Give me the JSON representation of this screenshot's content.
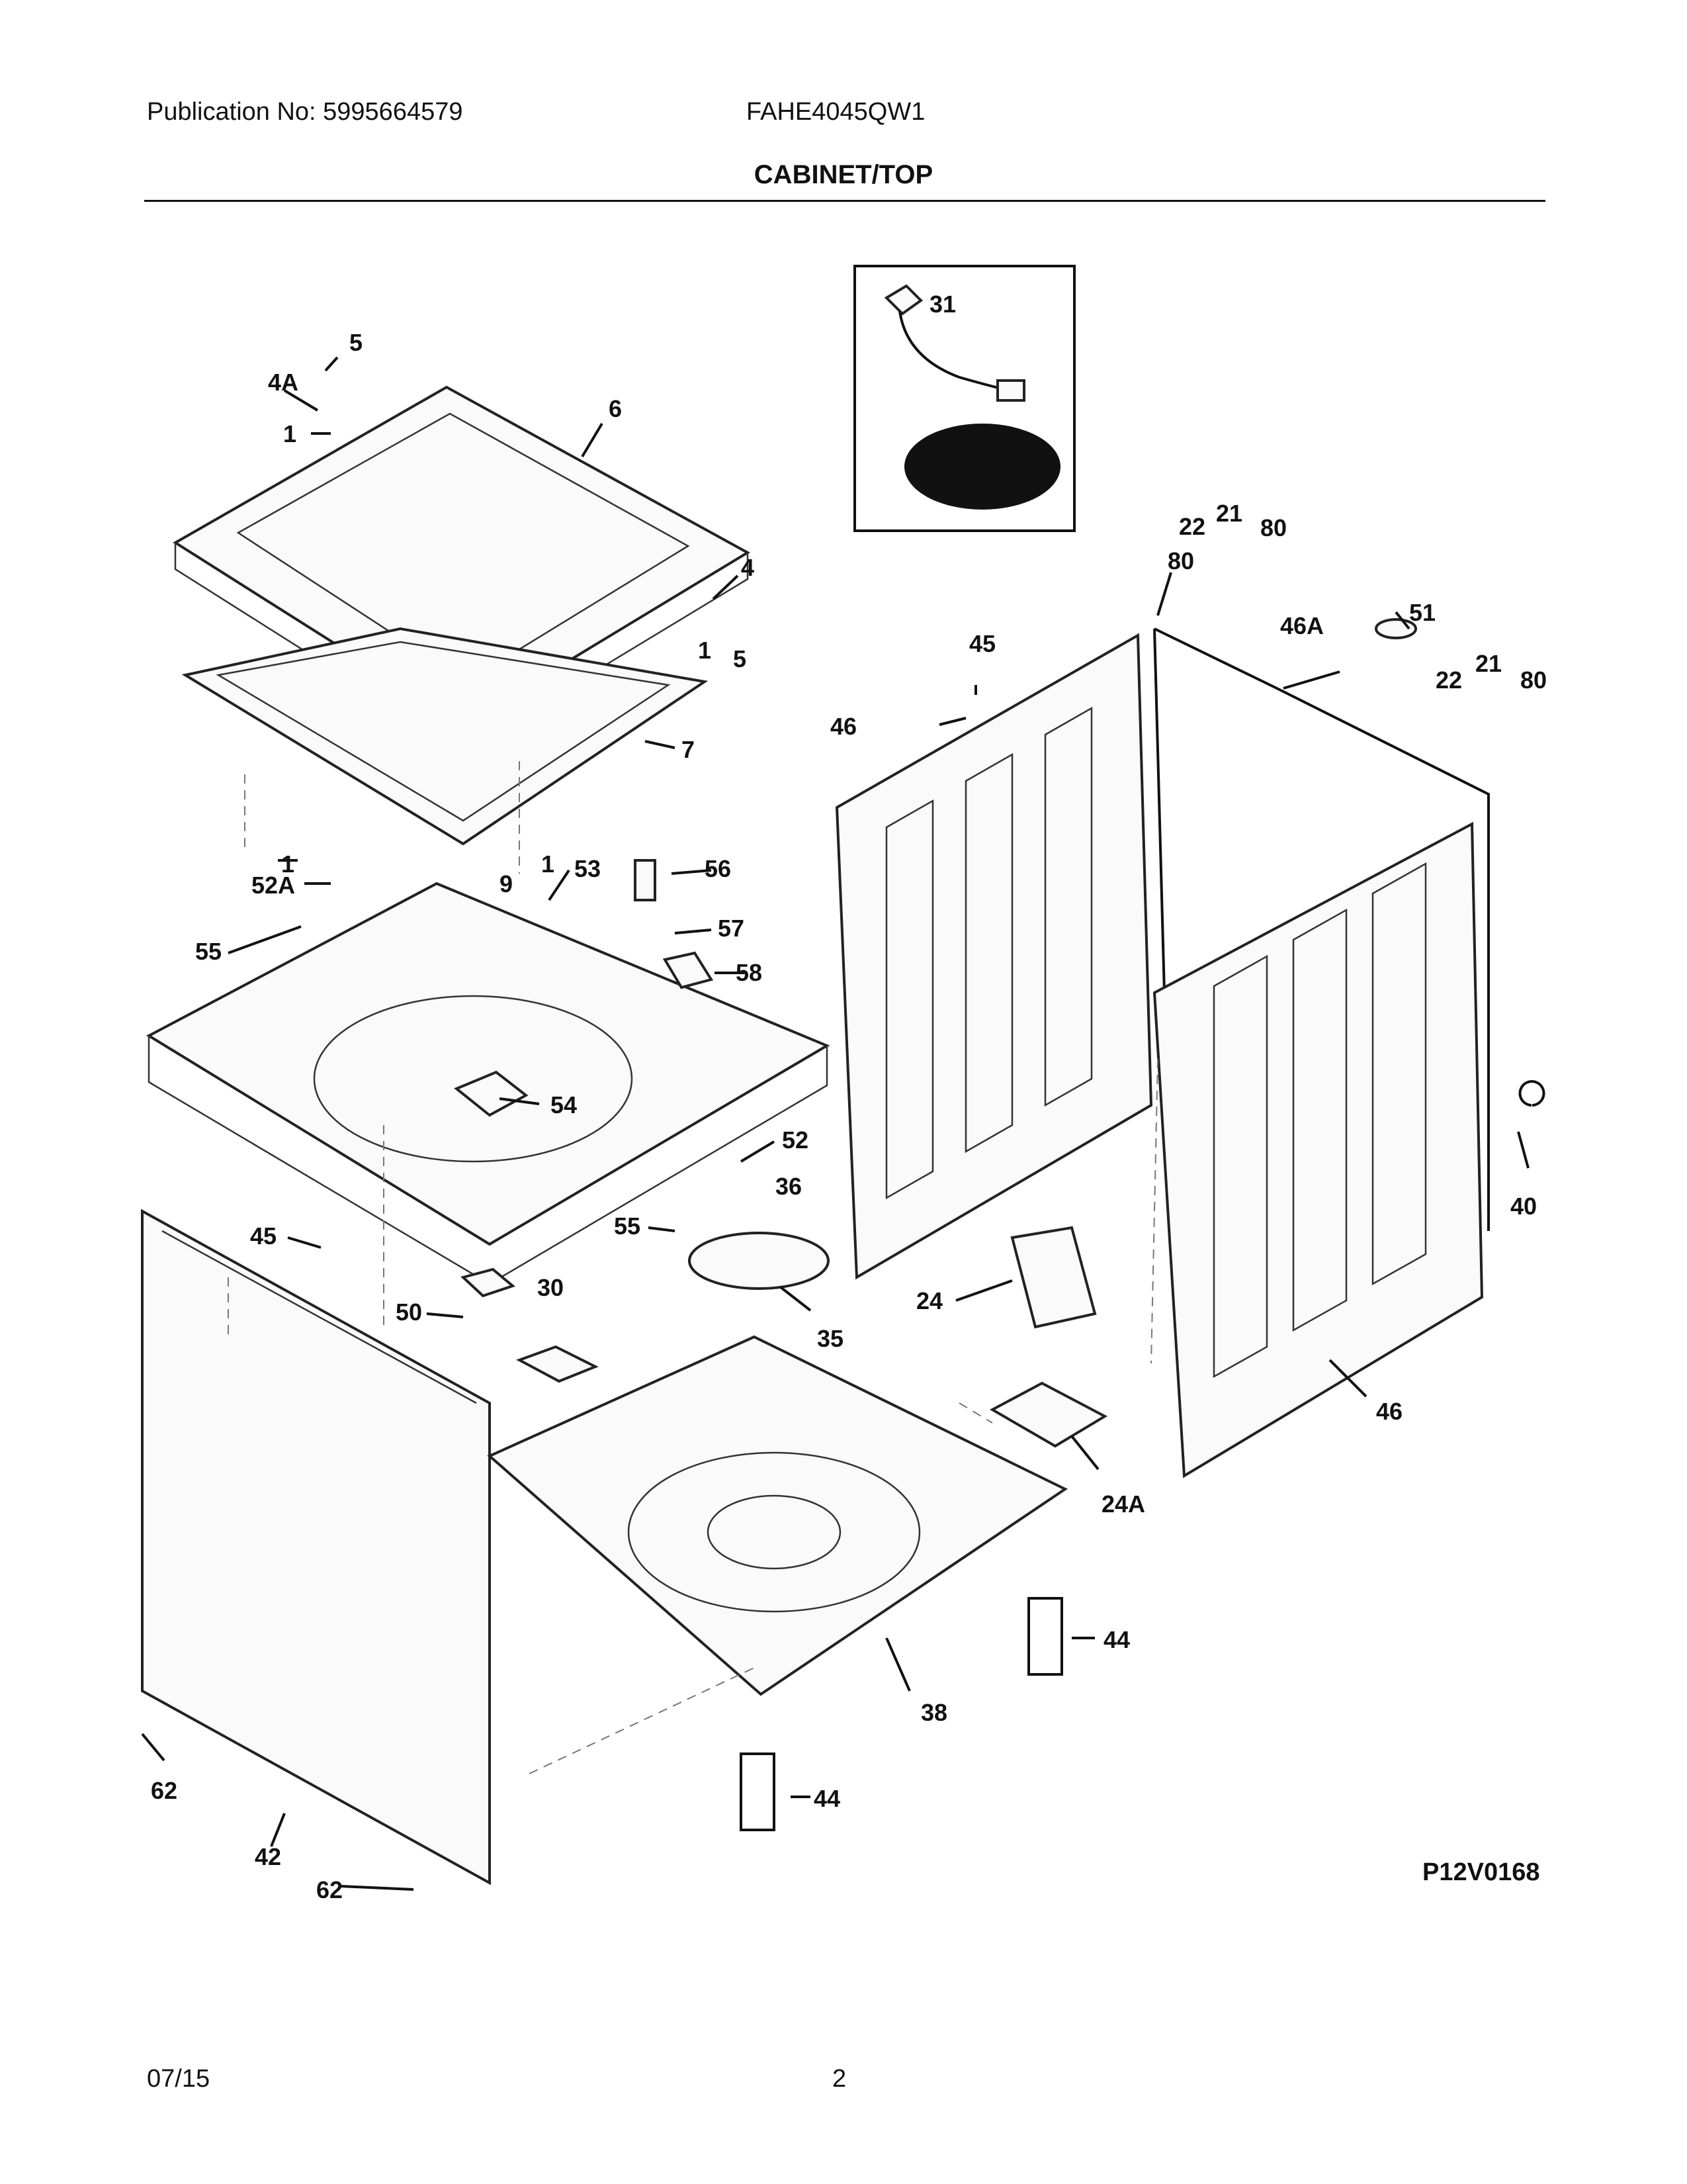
{
  "header": {
    "publication": "Publication No: 5995664579",
    "model": "FAHE4045QW1",
    "title": "CABINET/TOP"
  },
  "footer": {
    "date": "07/15",
    "page": "2",
    "figure_code": "P12V0168"
  },
  "callouts": {
    "c5a": "5",
    "c4a": "4A",
    "c1a": "1",
    "c6": "6",
    "c4": "4",
    "c1b": "1",
    "c5b": "5",
    "c7": "7",
    "c1c": "1",
    "c9": "9",
    "c1d": "1",
    "c52a": "52A",
    "c53": "53",
    "c56": "56",
    "c55a": "55",
    "c57": "57",
    "c58": "58",
    "c54": "54",
    "c52": "52",
    "c36": "36",
    "c45a": "45",
    "c55b": "55",
    "c30": "30",
    "c50": "50",
    "c35": "35",
    "c31": "31",
    "c22a": "22",
    "c21a": "21",
    "c80a": "80",
    "c80b": "80",
    "c45b": "45",
    "c46a": "46",
    "c46A": "46A",
    "c51": "51",
    "c22b": "22",
    "c21b": "21",
    "c80c": "80",
    "c40": "40",
    "c24": "24",
    "c24A": "24A",
    "c46b": "46",
    "c44a": "44",
    "c38": "38",
    "c44b": "44",
    "c62a": "62",
    "c42": "42",
    "c62b": "62"
  }
}
